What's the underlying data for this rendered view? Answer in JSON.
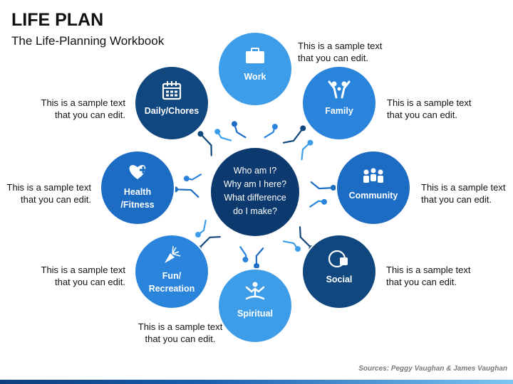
{
  "header": {
    "title": "LIFE PLAN",
    "subtitle": "The Life-Planning Workbook"
  },
  "center": {
    "lines": [
      "Who am I?",
      "Why am I here?",
      "What difference",
      "do I make?"
    ],
    "color": "#0c3a6e"
  },
  "nodes": [
    {
      "id": "work",
      "label": [
        "Work"
      ],
      "icon": "briefcase-icon",
      "color": "#3e9de9",
      "caption": [
        "This is a sample text",
        "that you can edit."
      ]
    },
    {
      "id": "family",
      "label": [
        "Family"
      ],
      "icon": "family-icon",
      "color": "#2a84dc",
      "caption": [
        "This is a sample text",
        "that you can edit."
      ]
    },
    {
      "id": "community",
      "label": [
        "Community"
      ],
      "icon": "community-icon",
      "color": "#1d6cc4",
      "caption": [
        "This is a sample text",
        "that you can edit."
      ]
    },
    {
      "id": "social",
      "label": [
        "Social"
      ],
      "icon": "chat-like-icon",
      "color": "#11477f",
      "caption": [
        "This is a sample text",
        "that you can edit."
      ]
    },
    {
      "id": "spiritual",
      "label": [
        "Spiritual"
      ],
      "icon": "meditation-icon",
      "color": "#3e9de9",
      "caption": [
        "This is a sample text",
        "that you can edit."
      ]
    },
    {
      "id": "fun",
      "label": [
        "Fun/",
        "Recreation"
      ],
      "icon": "party-popper-icon",
      "color": "#2a84dc",
      "caption": [
        "This is a sample text",
        "that you can edit."
      ]
    },
    {
      "id": "health",
      "label": [
        "Health",
        "/Fitness"
      ],
      "icon": "heart-plus-icon",
      "color": "#1d6cc4",
      "caption": [
        "This is a sample text",
        "that you can edit."
      ]
    },
    {
      "id": "daily",
      "label": [
        "Daily/Chores"
      ],
      "icon": "calendar-icon",
      "color": "#11477f",
      "caption": [
        "This is a sample text",
        "that you can edit."
      ]
    }
  ],
  "footer": {
    "source": "Sources: Peggy Vaughan & James Vaughan"
  }
}
